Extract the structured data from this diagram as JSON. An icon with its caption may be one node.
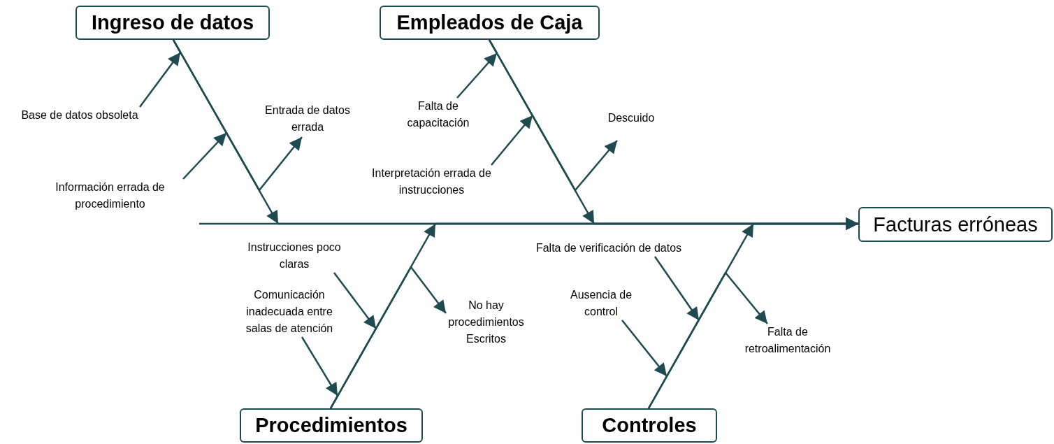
{
  "diagram": {
    "nodes": [
      {
        "text": [
          "Ingreso de datos"
        ]
      },
      {
        "text": [
          "Empleados de Caja"
        ]
      },
      {
        "text": [
          "Base de datos obsoleta"
        ]
      },
      {
        "text": [
          "Entrada de datos errada"
        ]
      },
      {
        "text": [
          "Falta de capacitación"
        ]
      },
      {
        "text": [
          "Descuido"
        ]
      },
      {
        "text": [
          "Información errada de procedimiento"
        ]
      },
      {
        "text": [
          "Interpretación errada de instrucciones"
        ]
      },
      {
        "text": [
          "Facturas erróneas"
        ]
      },
      {
        "text": [
          "Instrucciones poco claras"
        ]
      },
      {
        "text": [
          "Falta de verificación de datos"
        ]
      },
      {
        "text": [
          "No hay procedimientos Escritos"
        ]
      },
      {
        "text": [
          "Comunicación inadecuada entre salas de atención"
        ]
      },
      {
        "text": [
          "Ausencia de control"
        ]
      },
      {
        "text": [
          "Falta de retroalimentación"
        ]
      },
      {
        "text": [
          "Procedimientos"
        ]
      },
      {
        "text": [
          "Controles"
        ]
      }
    ],
    "edges": [
      {
        "from": 0,
        "to": 8,
        "arrow": "to"
      },
      {
        "from": 1,
        "to": 8,
        "arrow": "to"
      },
      {
        "from": 15,
        "to": 8,
        "arrow": "to"
      },
      {
        "from": 16,
        "to": 8,
        "arrow": "to"
      },
      {
        "from": null,
        "to": 8,
        "arrow": "to"
      },
      {
        "from": 2,
        "to": 0,
        "arrow": "to"
      },
      {
        "from": 6,
        "to": null,
        "arrow": "to"
      },
      {
        "from": 0,
        "to": 3,
        "arrow": "to"
      },
      {
        "from": 4,
        "to": 1,
        "arrow": "to"
      },
      {
        "from": 7,
        "to": null,
        "arrow": "to"
      },
      {
        "from": 1,
        "to": 5,
        "arrow": "to"
      },
      {
        "from": 9,
        "to": null,
        "arrow": "to"
      },
      {
        "from": 12,
        "to": 15,
        "arrow": "to"
      },
      {
        "from": 15,
        "to": 11,
        "arrow": "to"
      },
      {
        "from": 10,
        "to": null,
        "arrow": "to"
      },
      {
        "from": 13,
        "to": null,
        "arrow": "to"
      },
      {
        "from": 16,
        "to": 14,
        "arrow": "to"
      }
    ]
  }
}
